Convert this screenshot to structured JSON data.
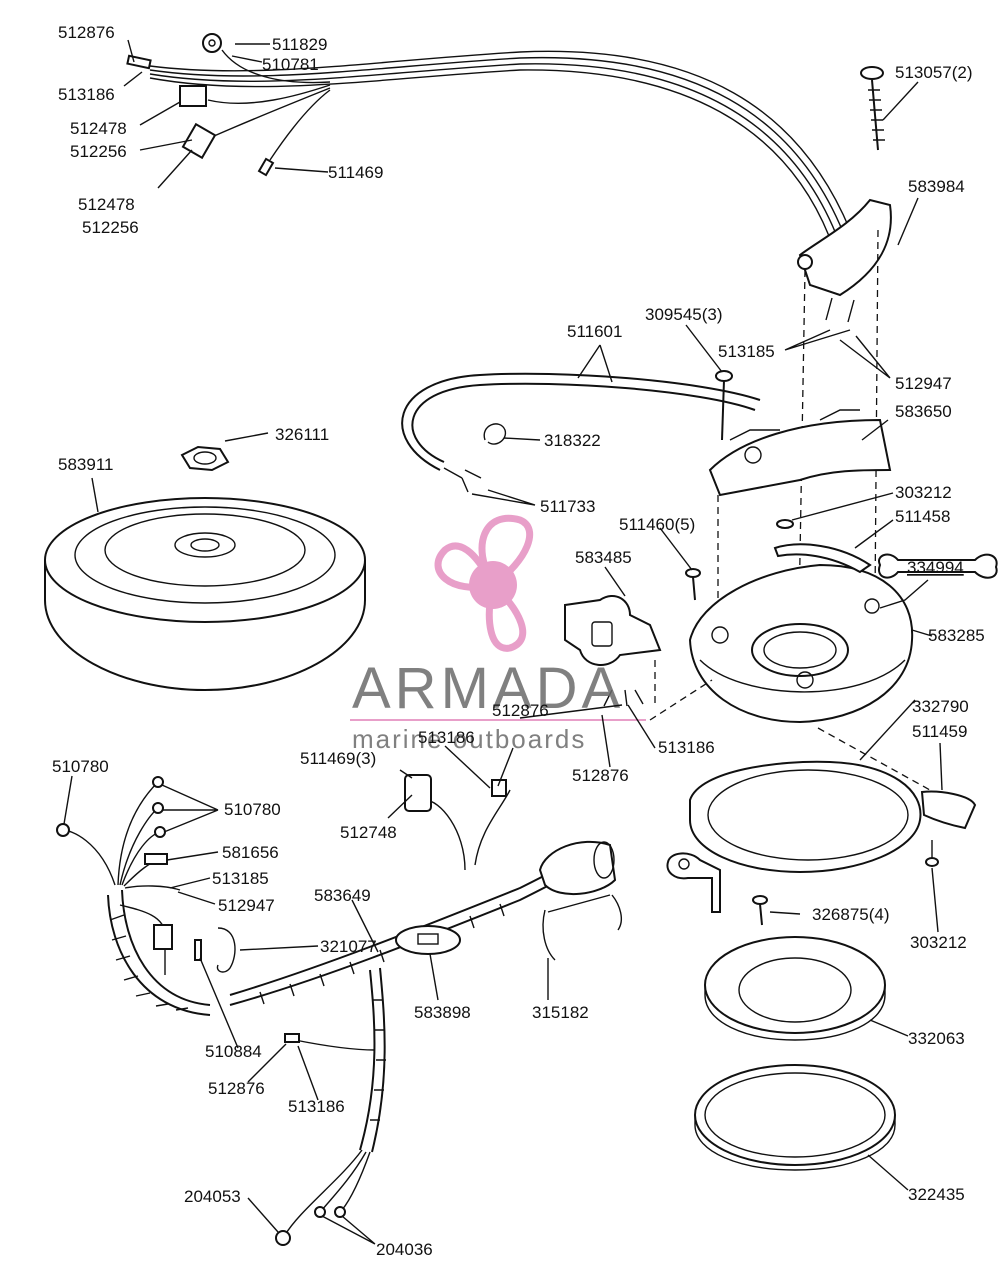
{
  "diagram": {
    "labels": [
      {
        "id": "512876-a",
        "text": "512876"
      },
      {
        "id": "511829",
        "text": "511829"
      },
      {
        "id": "510781",
        "text": "510781"
      },
      {
        "id": "513186-a",
        "text": "513186"
      },
      {
        "id": "512478-a",
        "text": "512478"
      },
      {
        "id": "512256-a",
        "text": "512256"
      },
      {
        "id": "511469-a",
        "text": "511469"
      },
      {
        "id": "512478-b",
        "text": "512478"
      },
      {
        "id": "512256-b",
        "text": "512256"
      },
      {
        "id": "513057",
        "text": "513057(2)"
      },
      {
        "id": "583984",
        "text": "583984"
      },
      {
        "id": "511601",
        "text": "511601"
      },
      {
        "id": "309545",
        "text": "309545(3)"
      },
      {
        "id": "513185-a",
        "text": "513185"
      },
      {
        "id": "512947-a",
        "text": "512947"
      },
      {
        "id": "583650",
        "text": "583650"
      },
      {
        "id": "326111",
        "text": "326111"
      },
      {
        "id": "318322",
        "text": "318322"
      },
      {
        "id": "583911",
        "text": "583911"
      },
      {
        "id": "511733",
        "text": "511733"
      },
      {
        "id": "303212-a",
        "text": "303212"
      },
      {
        "id": "511458",
        "text": "511458"
      },
      {
        "id": "511460",
        "text": "511460(5)"
      },
      {
        "id": "583485",
        "text": "583485"
      },
      {
        "id": "334994",
        "text": "334994"
      },
      {
        "id": "583285",
        "text": "583285"
      },
      {
        "id": "332790",
        "text": "332790"
      },
      {
        "id": "511459",
        "text": "511459"
      },
      {
        "id": "512876-b",
        "text": "512876"
      },
      {
        "id": "513186-b",
        "text": "513186"
      },
      {
        "id": "511469-b",
        "text": "511469(3)"
      },
      {
        "id": "513186-c",
        "text": "513186"
      },
      {
        "id": "512876-c",
        "text": "512876"
      },
      {
        "id": "510780-a",
        "text": "510780"
      },
      {
        "id": "510780-b",
        "text": "510780"
      },
      {
        "id": "512748",
        "text": "512748"
      },
      {
        "id": "581656",
        "text": "581656"
      },
      {
        "id": "513185-b",
        "text": "513185"
      },
      {
        "id": "512947-b",
        "text": "512947"
      },
      {
        "id": "583649",
        "text": "583649"
      },
      {
        "id": "326875",
        "text": "326875(4)"
      },
      {
        "id": "303212-b",
        "text": "303212"
      },
      {
        "id": "321077",
        "text": "321077"
      },
      {
        "id": "583898",
        "text": "583898"
      },
      {
        "id": "315182",
        "text": "315182"
      },
      {
        "id": "332063",
        "text": "332063"
      },
      {
        "id": "510884",
        "text": "510884"
      },
      {
        "id": "512876-d",
        "text": "512876"
      },
      {
        "id": "513186-d",
        "text": "513186"
      },
      {
        "id": "322435",
        "text": "322435"
      },
      {
        "id": "204053",
        "text": "204053"
      },
      {
        "id": "204036",
        "text": "204036"
      }
    ]
  },
  "watermark": {
    "brand": "ARMADA",
    "tagline": "marine outboards",
    "accent_color": "#e58fc0",
    "underline_color": "#e58fc0"
  }
}
